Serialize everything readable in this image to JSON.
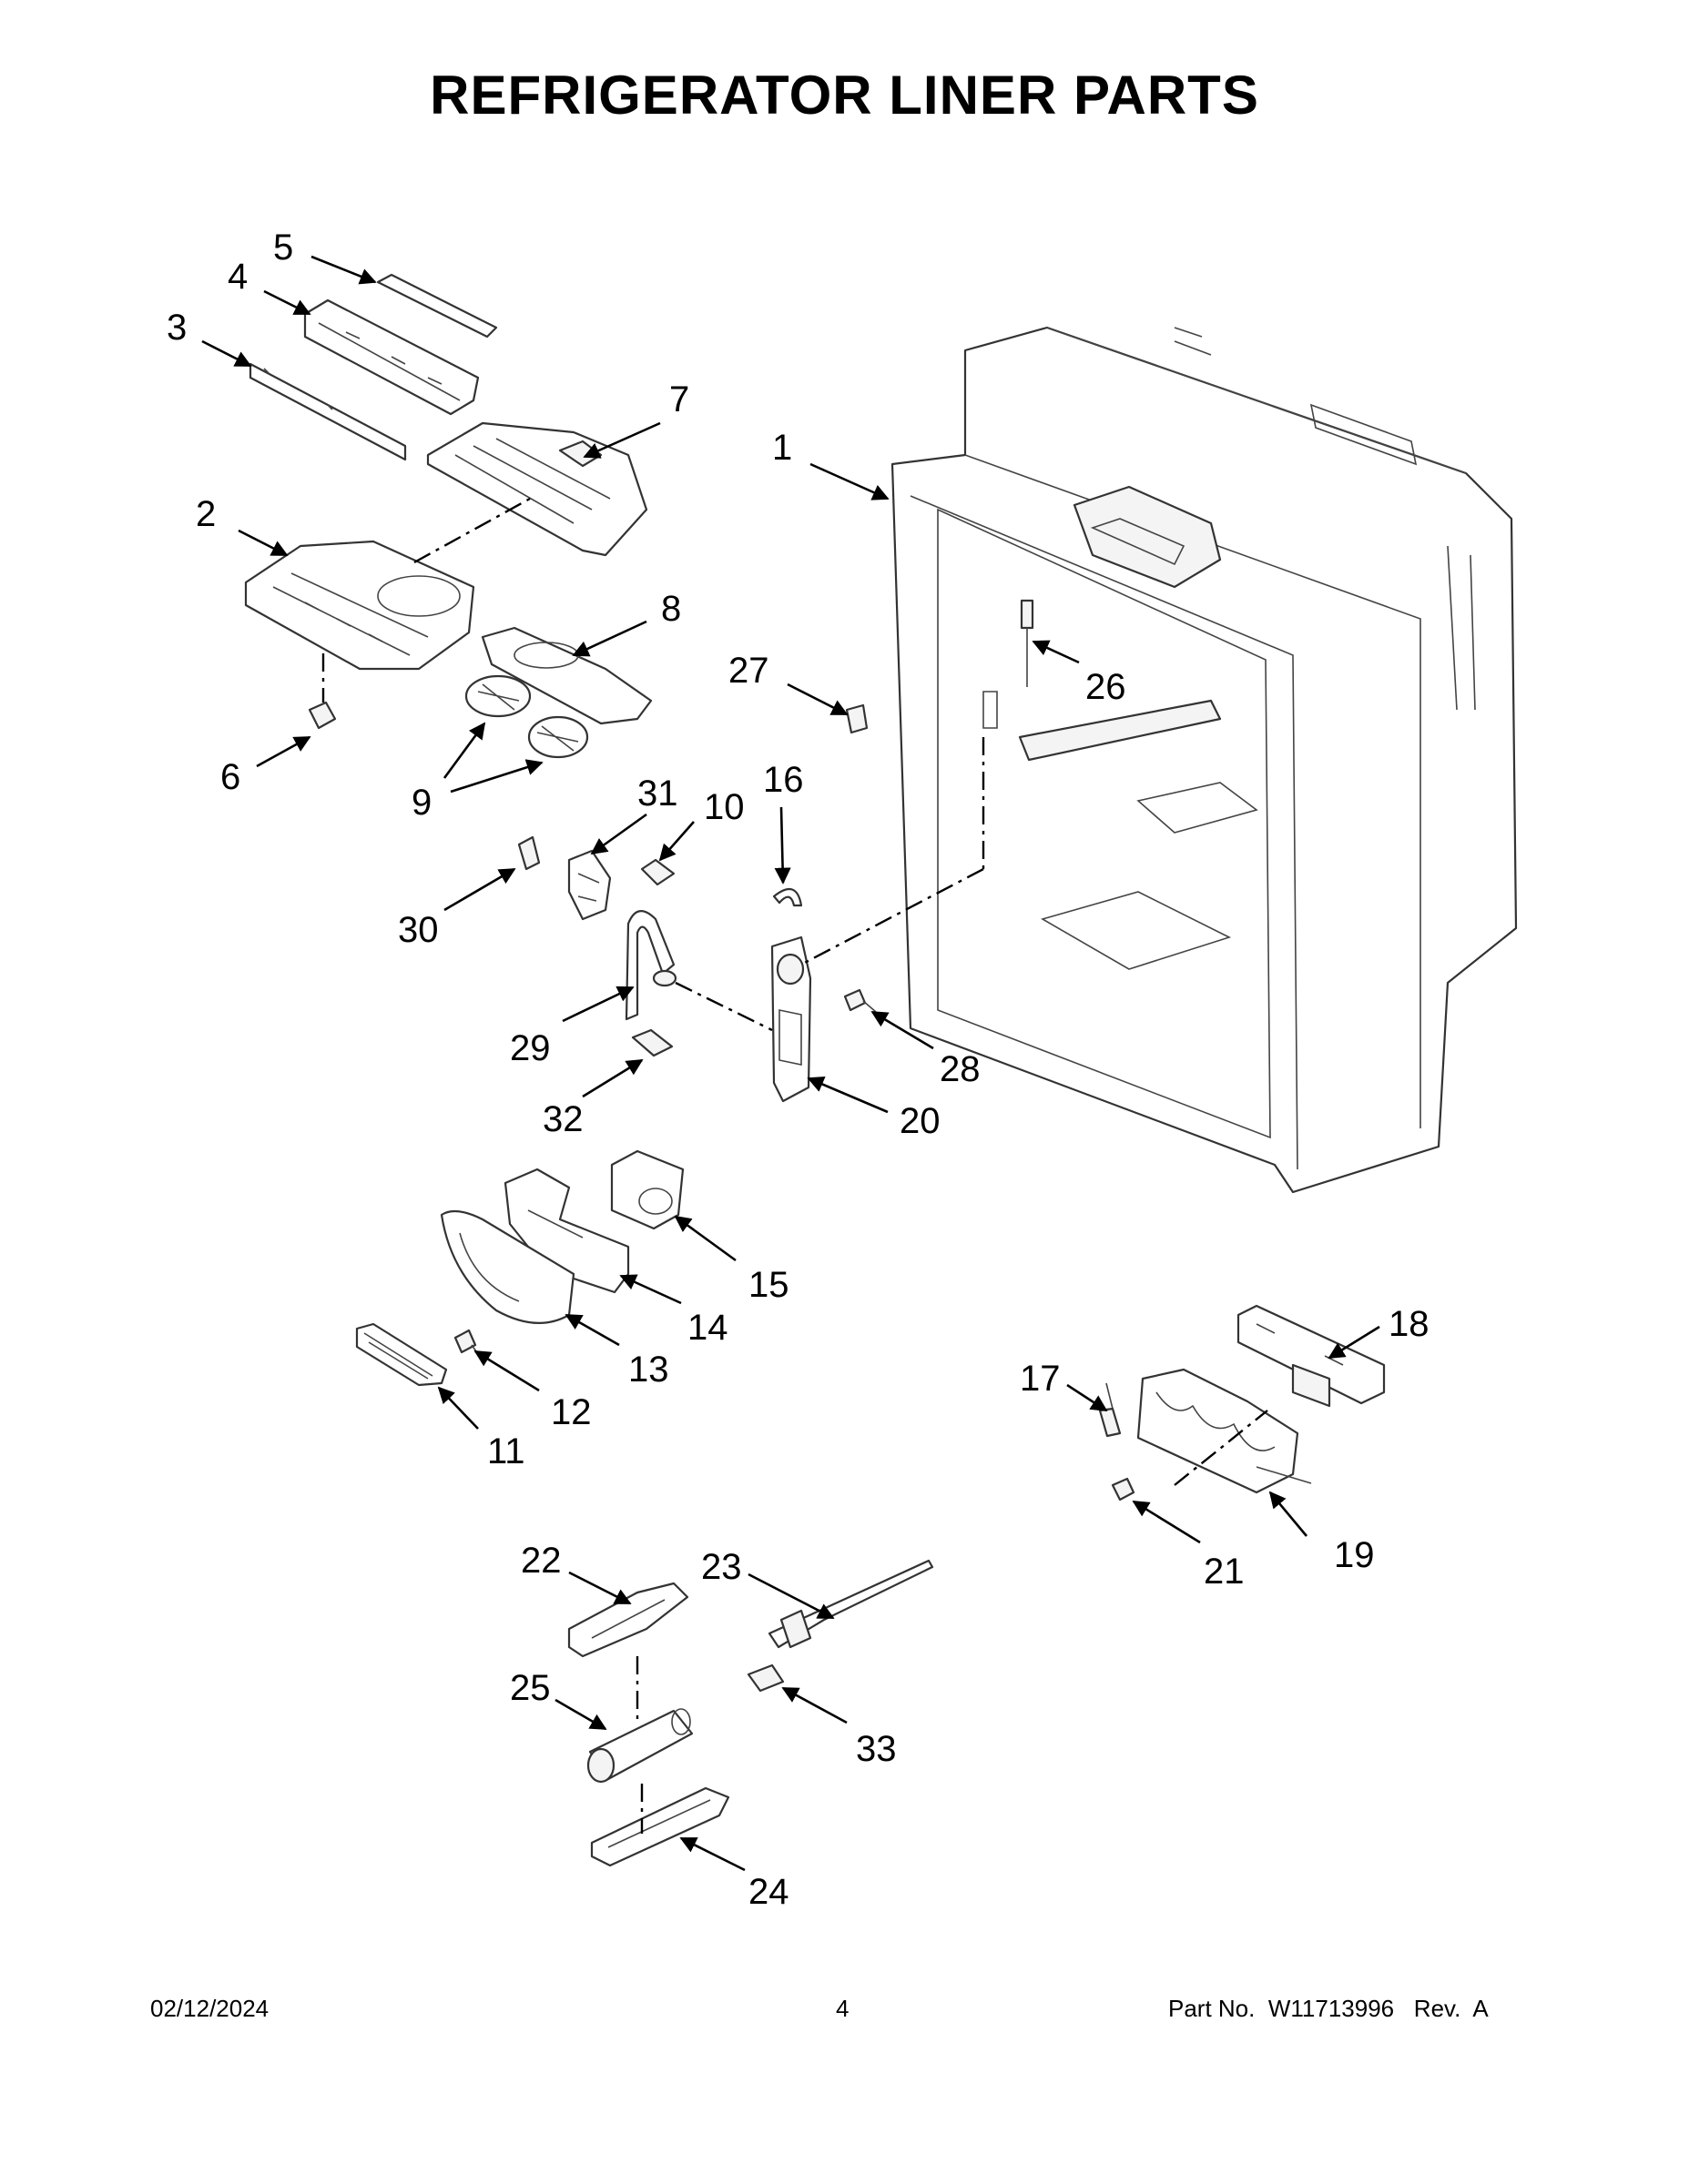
{
  "title": "REFRIGERATOR LINER PARTS",
  "footer": {
    "date": "02/12/2024",
    "page": "4",
    "part_prefix": "Part No.",
    "part_number": "W11713996",
    "rev_prefix": "Rev.",
    "rev": "A"
  },
  "callouts": {
    "c1": "1",
    "c2": "2",
    "c3": "3",
    "c4": "4",
    "c5": "5",
    "c6": "6",
    "c7": "7",
    "c8": "8",
    "c9": "9",
    "c10": "10",
    "c11": "11",
    "c12": "12",
    "c13": "13",
    "c14": "14",
    "c15": "15",
    "c16": "16",
    "c17": "17",
    "c18": "18",
    "c19": "19",
    "c20": "20",
    "c21": "21",
    "c22": "22",
    "c23": "23",
    "c24": "24",
    "c25": "25",
    "c26": "26",
    "c27": "27",
    "c28": "28",
    "c29": "29",
    "c30": "30",
    "c31": "31",
    "c32": "32",
    "c33": "33"
  }
}
